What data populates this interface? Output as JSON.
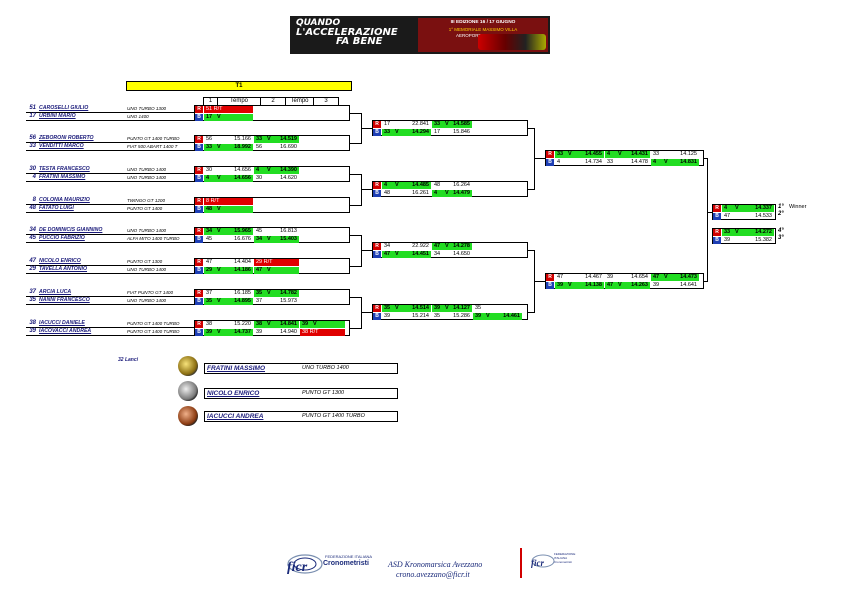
{
  "banner": {
    "line1": "QUANDO",
    "line2": "L'ACCELERAZIONE",
    "line3": "FA BENE",
    "edition": "III EDIZIONE 16 / 17 GIUGNO",
    "memorial": "1° MEMORIALE MASSIMO VILLA",
    "venue": "AEROPORTO DI CELANO"
  },
  "header": {
    "title": "T1",
    "col_1": "1",
    "col_tempo1": "Tempo",
    "col_2": "2",
    "col_tempo2": "Tempo",
    "col_3": "3"
  },
  "entrants": [
    {
      "num": "51",
      "name": "CAROSELLI GIULIO",
      "car": "UNO TURBO 1300"
    },
    {
      "num": "17",
      "name": "URBINI MARIO",
      "car": "UNO 1400"
    },
    {
      "num": "56",
      "name": "ZEBORONI ROBERTO",
      "car": "PUNTO GT 1400 TURBO"
    },
    {
      "num": "33",
      "name": "VENDITTI MARCO",
      "car": "FIAT 500 ABART 1400 T"
    },
    {
      "num": "30",
      "name": "TESTA FRANCESCO",
      "car": "UNO TURBO 1400"
    },
    {
      "num": "4",
      "name": "FRATINI MASSIMO",
      "car": "UNO TURBO 1400"
    },
    {
      "num": "8",
      "name": "COLONIA MAURIZIO",
      "car": "TWINGO GT 1200"
    },
    {
      "num": "48",
      "name": "FATATO LUIGI",
      "car": "PUNTO GT 1400"
    },
    {
      "num": "34",
      "name": "DE DOMINICIS GIANNINO",
      "car": "UNO TURBO 1400"
    },
    {
      "num": "45",
      "name": "PUCCIO FABRIZIO",
      "car": "ALFA MITO 1400 TURBO"
    },
    {
      "num": "47",
      "name": "NICOLO ENRICO",
      "car": "PUNTO GT 1300"
    },
    {
      "num": "29",
      "name": "TAVELLA ANTONIO",
      "car": "UNO TURBO 1400"
    },
    {
      "num": "37",
      "name": "ARCIA LUCA",
      "car": "FIAT PUNTO GT 1400"
    },
    {
      "num": "35",
      "name": "NANNI FRANCESCO",
      "car": "UNO TURBO 1400"
    },
    {
      "num": "38",
      "name": "IACUCCI DANIELE",
      "car": "PUNTO GT 1400 TURBO"
    },
    {
      "num": "39",
      "name": "IACOVACCI ANDREA",
      "car": "PUNTO GT 1400 TURBO"
    }
  ],
  "lanes": {
    "r": "R",
    "b": "B"
  },
  "r1": [
    {
      "r": [
        [
          "51 R/T",
          "",
          ""
        ]
      ],
      "b": [
        [
          "17",
          "V",
          ""
        ]
      ]
    },
    {
      "r": [
        [
          "56",
          "",
          "15.166"
        ],
        [
          "33",
          "V",
          "14.519"
        ]
      ],
      "b": [
        [
          "33",
          "V",
          "18.992"
        ],
        [
          "56",
          "",
          "16.690"
        ]
      ]
    },
    {
      "r": [
        [
          "30",
          "",
          "14.656"
        ],
        [
          "4",
          "V",
          "14.390"
        ]
      ],
      "b": [
        [
          "4",
          "V",
          "14.656"
        ],
        [
          "30",
          "",
          "14.620"
        ]
      ]
    },
    {
      "r": [
        [
          "8 R/T",
          "",
          ""
        ]
      ],
      "b": [
        [
          "48",
          "V",
          ""
        ]
      ]
    },
    {
      "r": [
        [
          "34",
          "V",
          "15.965"
        ],
        [
          "45",
          "",
          "16.813"
        ]
      ],
      "b": [
        [
          "45",
          "",
          "16.676"
        ],
        [
          "34",
          "V",
          "15.403"
        ]
      ]
    },
    {
      "r": [
        [
          "47",
          "",
          "14.404"
        ],
        [
          "29 R/T",
          "",
          ""
        ]
      ],
      "b": [
        [
          "29",
          "V",
          "14.186"
        ],
        [
          "47",
          "V",
          ""
        ]
      ]
    },
    {
      "r": [
        [
          "37",
          "",
          "16.185"
        ],
        [
          "35",
          "V",
          "14.782"
        ]
      ],
      "b": [
        [
          "35",
          "V",
          "14.895"
        ],
        [
          "37",
          "",
          "15.973"
        ]
      ]
    },
    {
      "r": [
        [
          "38",
          "",
          "15.220"
        ],
        [
          "38",
          "V",
          "14.841"
        ],
        [
          "39",
          "V",
          ""
        ]
      ],
      "b": [
        [
          "39",
          "V",
          "14.737"
        ],
        [
          "39",
          "",
          "14.940"
        ],
        [
          "38 R/T",
          "",
          ""
        ]
      ]
    }
  ],
  "r2": [
    {
      "r": [
        [
          "17",
          "",
          "22.841"
        ],
        [
          "33",
          "V",
          "14.585"
        ]
      ],
      "b": [
        [
          "33",
          "V",
          "14.294"
        ],
        [
          "17",
          "",
          "15.846"
        ]
      ]
    },
    {
      "r": [
        [
          "4",
          "V",
          "14.485"
        ],
        [
          "48",
          "",
          "16.264"
        ]
      ],
      "b": [
        [
          "48",
          "",
          "16.261"
        ],
        [
          "4",
          "V",
          "14.479"
        ]
      ]
    },
    {
      "r": [
        [
          "34",
          "",
          "22.922"
        ],
        [
          "47",
          "V",
          "14.278"
        ]
      ],
      "b": [
        [
          "47",
          "V",
          "14.451"
        ],
        [
          "34",
          "",
          "14.650"
        ]
      ]
    },
    {
      "r": [
        [
          "35",
          "V",
          "14.514"
        ],
        [
          "39",
          "V",
          "14.127"
        ],
        [
          "35",
          "",
          ""
        ]
      ],
      "b": [
        [
          "39",
          "",
          "15.214"
        ],
        [
          "35",
          "",
          "15.286"
        ],
        [
          "39",
          "V",
          "14.461"
        ]
      ]
    }
  ],
  "r3": [
    {
      "r": [
        [
          "33",
          "V",
          "14.455"
        ],
        [
          "4",
          "V",
          "14.431"
        ],
        [
          "33",
          "",
          "14.125"
        ]
      ],
      "b": [
        [
          "4",
          "",
          "14.734"
        ],
        [
          "33",
          "",
          "14.478"
        ],
        [
          "4",
          "V",
          "14.831"
        ]
      ]
    },
    {
      "r": [
        [
          "47",
          "",
          "14.467"
        ],
        [
          "39",
          "",
          "14.654"
        ],
        [
          "47",
          "V",
          "14.473"
        ]
      ],
      "b": [
        [
          "39",
          "V",
          "14.138"
        ],
        [
          "47",
          "V",
          "14.263"
        ],
        [
          "39",
          "",
          "14.641"
        ]
      ]
    }
  ],
  "final": {
    "r": [
      [
        "4",
        "V",
        "14.337"
      ]
    ],
    "b": [
      [
        "47",
        "",
        "14.533"
      ]
    ],
    "place_r": "1°",
    "place_b": "2°",
    "winner": "Winner"
  },
  "small_final": {
    "r": [
      [
        "33",
        "V",
        "14.272"
      ]
    ],
    "b": [
      [
        "39",
        "",
        "15.382"
      ]
    ],
    "place_r": "4°",
    "place_b": "3°"
  },
  "lanci": "32 Lanci",
  "podium": [
    {
      "name": "FRATINI MASSIMO",
      "car": "UNO TURBO 1400"
    },
    {
      "name": "NICOLO ENRICO",
      "car": "PUNTO GT 1300"
    },
    {
      "name": "IACUCCI ANDREA",
      "car": "PUNTO GT 1400 TURBO"
    }
  ],
  "footer": {
    "fed_line1": "FEDERAZIONE ITALIANA",
    "fed_line2": "Cronometristi",
    "ficr": "ficr",
    "org_name": "ASD Kronomarsica Avezzano",
    "org_email": "crono.avezzano@ficr.it",
    "small_logo": "FEDERAZIONE ITALIANA Cronometristi"
  },
  "colors": {
    "win": "#22dd22",
    "rt": "#e00000",
    "lane_r": "#d10000",
    "lane_b": "#1e3fb5",
    "title_bar": "#ffff00"
  }
}
